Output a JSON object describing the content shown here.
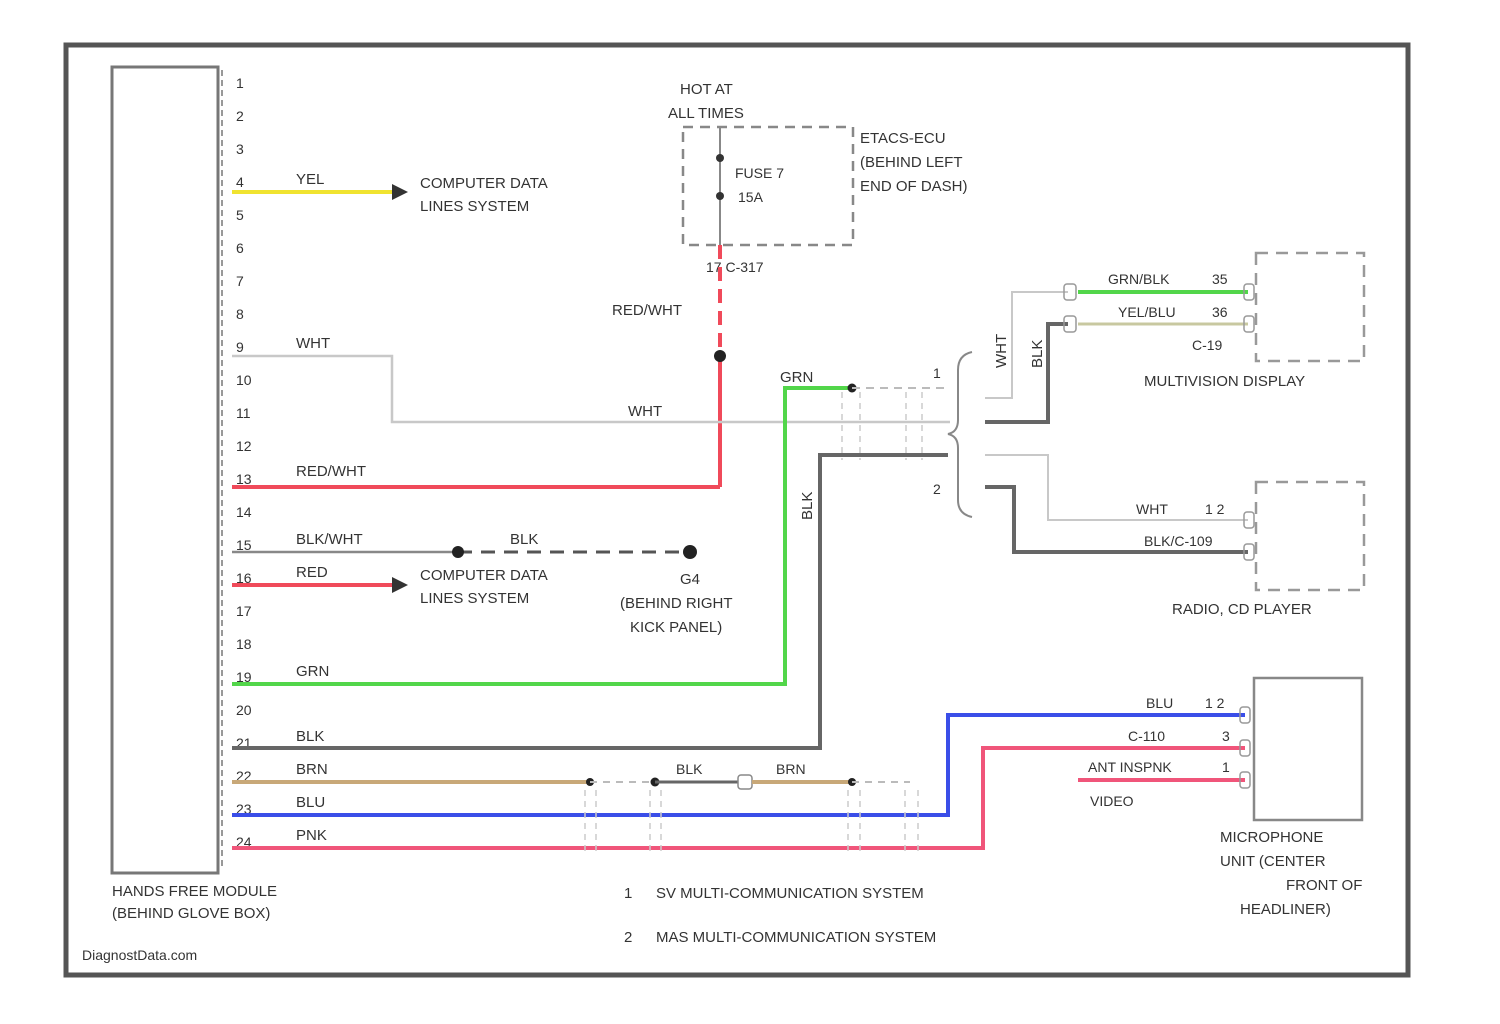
{
  "watermark": "DiagnostData.com",
  "colors": {
    "YEL": "#f0e330",
    "RED": "#f04a5a",
    "GRN": "#52d64a",
    "BLU": "#3a4ee8",
    "PNK": "#f0557a",
    "BRN": "#c8a878",
    "BLK": "#555555",
    "WHT": "#c8c8c8",
    "frame": "#555555",
    "dashed": "#888888"
  },
  "module": {
    "name_line1": "HANDS FREE MODULE",
    "name_line2": "(BEHIND GLOVE BOX)",
    "pins": [
      "1",
      "2",
      "3",
      "4",
      "5",
      "6",
      "7",
      "8",
      "9",
      "10",
      "11",
      "12",
      "13",
      "14",
      "15",
      "16",
      "17",
      "18",
      "19",
      "20",
      "21",
      "22",
      "23",
      "24"
    ]
  },
  "fuse_box": {
    "hot_line1": "HOT AT",
    "hot_line2": "ALL TIMES",
    "fuse_line1": "FUSE 7",
    "fuse_line2": "15A",
    "label_line1": "ETACS-ECU",
    "label_line2": "(BEHIND LEFT",
    "label_line3": "END OF DASH)",
    "connector": "17  C-317"
  },
  "wires": {
    "pin4": "YEL",
    "pin9": "WHT",
    "pin9_run": "WHT",
    "pin13": "RED/WHT",
    "fuse_out": "RED/WHT",
    "pin15": "BLK/WHT",
    "pin15_run": "BLK",
    "pin16": "RED",
    "pin19": "GRN",
    "grn_run": "GRN",
    "pin21": "BLK",
    "blk_run": "BLK",
    "pin22": "BRN",
    "pin22_mid": "BLK",
    "pin22_run": "BRN",
    "pin23": "BLU",
    "pin24": "PNK"
  },
  "comp_data_1": {
    "line1": "COMPUTER DATA",
    "line2": "LINES SYSTEM"
  },
  "comp_data_2": {
    "line1": "COMPUTER DATA",
    "line2": "LINES SYSTEM"
  },
  "ground": {
    "line1": "G4",
    "line2": "(BEHIND RIGHT",
    "line3": "KICK PANEL)"
  },
  "splice": {
    "label1": "1",
    "label2": "2",
    "wht_vert": "WHT",
    "blk_vert": "BLK"
  },
  "multivision": {
    "wire1": "GRN/BLK",
    "pin1": "35",
    "wire2": "YEL/BLU",
    "pin2": "36",
    "connector": "C-19",
    "label": "MULTIVISION DISPLAY"
  },
  "radio": {
    "wire1": "WHT",
    "pin1": "1 2",
    "wire2": "BLK/C-109",
    "pin2": "",
    "label": "RADIO, CD PLAYER"
  },
  "microphone": {
    "wire1": "BLU",
    "pin1": "1 2",
    "wire2": "C-110",
    "pin2": "3",
    "wire3": "ANT  INSPNK",
    "pin3": "1",
    "video": "VIDEO",
    "label_line1": "MICROPHONE",
    "label_line2": "UNIT (CENTER",
    "label_line3": "FRONT OF",
    "label_line4": "HEADLINER)"
  },
  "legend": [
    {
      "num": "1",
      "text": "SV MULTI-COMMUNICATION SYSTEM"
    },
    {
      "num": "2",
      "text": "MAS MULTI-COMMUNICATION SYSTEM"
    }
  ]
}
